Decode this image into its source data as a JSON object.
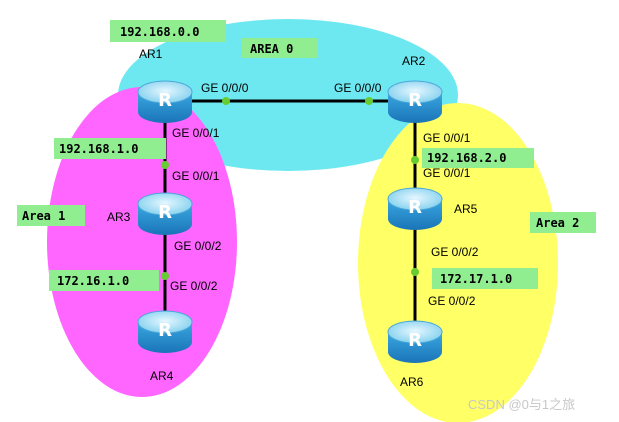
{
  "areas": {
    "area0": {
      "label": "AREA 0",
      "color": "#6ee8f0"
    },
    "area1": {
      "label": "Area 1",
      "color": "#ff66ff"
    },
    "area2": {
      "label": "Area 2",
      "color": "#ffff66"
    }
  },
  "networks": {
    "net_area0": "192.168.0.0",
    "net_ar1_ar3": "192.168.1.0",
    "net_ar2_ar5": "192.168.2.0",
    "net_ar3_ar4": "172.16.1.0",
    "net_ar5_ar6": "172.17.1.0"
  },
  "routers": {
    "ar1": "AR1",
    "ar2": "AR2",
    "ar3": "AR3",
    "ar4": "AR4",
    "ar5": "AR5",
    "ar6": "AR6"
  },
  "router_icon_letter": "R",
  "interfaces": {
    "ar1_ar2_a": "GE 0/0/0",
    "ar1_ar2_b": "GE 0/0/0",
    "ar1_down": "GE 0/0/1",
    "ar3_up": "GE 0/0/1",
    "ar3_down": "GE 0/0/2",
    "ar4_up": "GE 0/0/2",
    "ar2_down": "GE 0/0/1",
    "ar5_up": "GE 0/0/1",
    "ar5_down": "GE 0/0/2",
    "ar6_up": "GE 0/0/2"
  },
  "watermark": "CSDN @0与1之旅",
  "colors": {
    "label_box": "#90ee90",
    "link": "#000000",
    "port_dot": "#66cc33",
    "router_body": "#2e9cd6",
    "router_top": "#9edcf5"
  }
}
